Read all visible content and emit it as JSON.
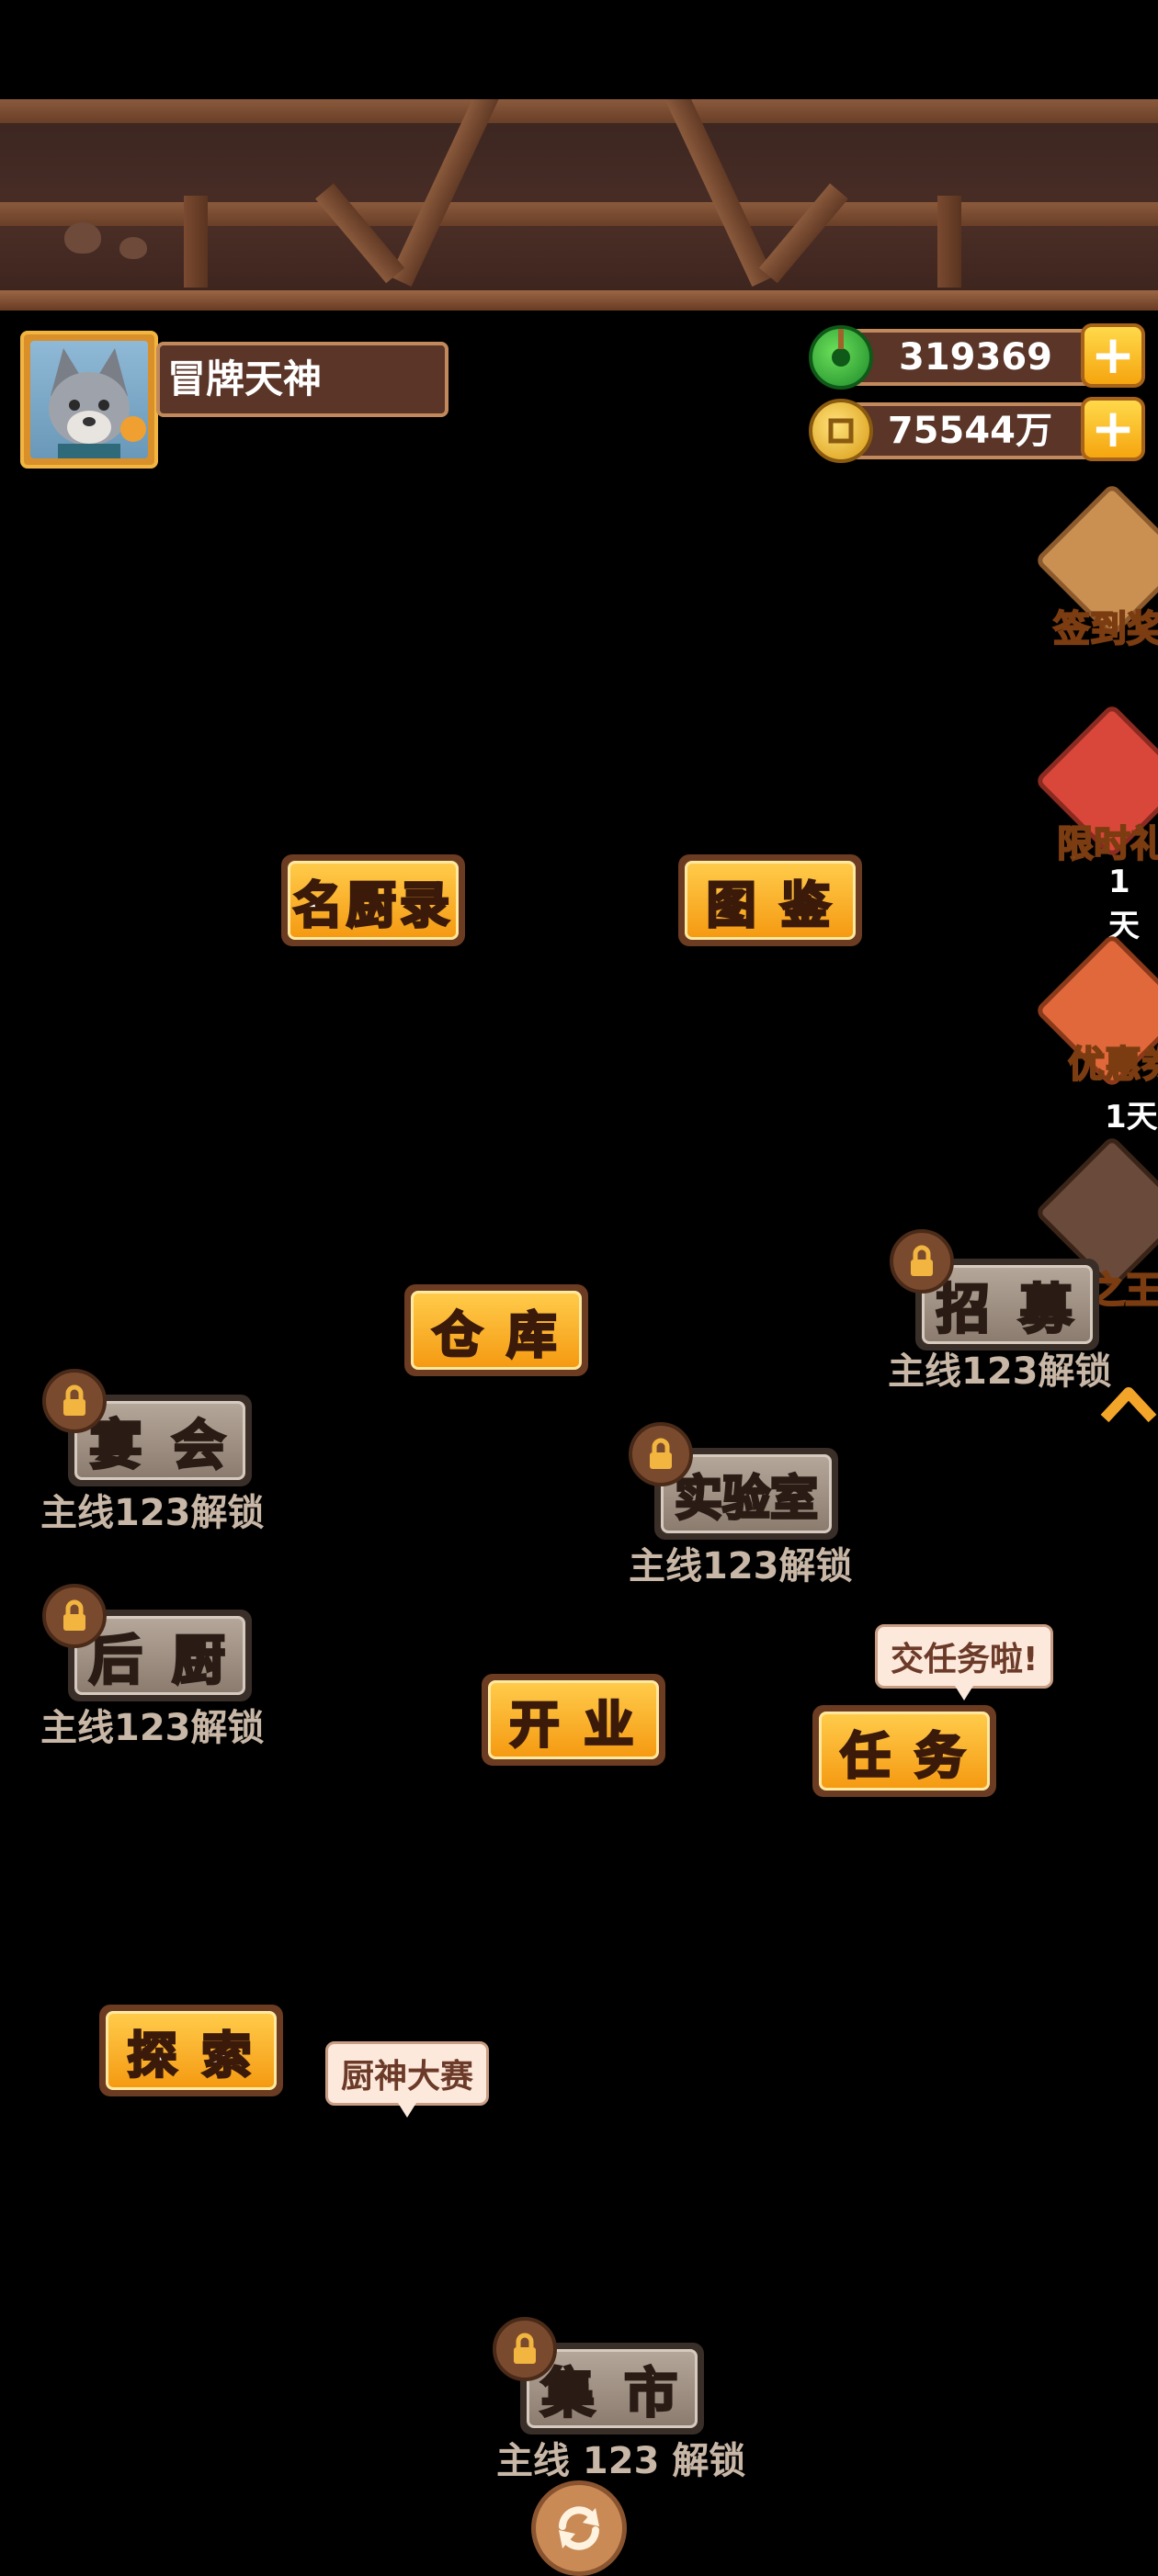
{
  "player": {
    "name": "冒牌天神"
  },
  "currency": {
    "jade": "319369",
    "coins": "75544万",
    "plus_label": "+"
  },
  "side_events": [
    {
      "label": "签到奖",
      "sub": ""
    },
    {
      "label": "限时礼",
      "sub": "1天"
    },
    {
      "label": "优惠券",
      "sub": "1天"
    },
    {
      "label": "呼之王",
      "sub": ""
    }
  ],
  "buttons": {
    "chef_list": "名厨录",
    "catalog": "图 鉴",
    "warehouse": "仓 库",
    "open_business": "开 业",
    "task": "任 务",
    "explore": "探 索"
  },
  "locked_buttons": {
    "recruit": {
      "label": "招 募",
      "unlock": "主线123解锁"
    },
    "banquet": {
      "label": "宴 会",
      "unlock": "主线123解锁"
    },
    "lab": {
      "label": "实验室",
      "unlock": "主线123解锁"
    },
    "back_kitchen": {
      "label": "后 厨",
      "unlock": "主线123解锁"
    },
    "market": {
      "label": "集 市",
      "unlock": "主线 123 解锁"
    }
  },
  "bubbles": {
    "task": "交任务啦!",
    "contest": "厨神大赛"
  },
  "colors": {
    "button_orange": "#f59a12",
    "locked_grey": "#8c7c70",
    "wood": "#5a3528"
  }
}
